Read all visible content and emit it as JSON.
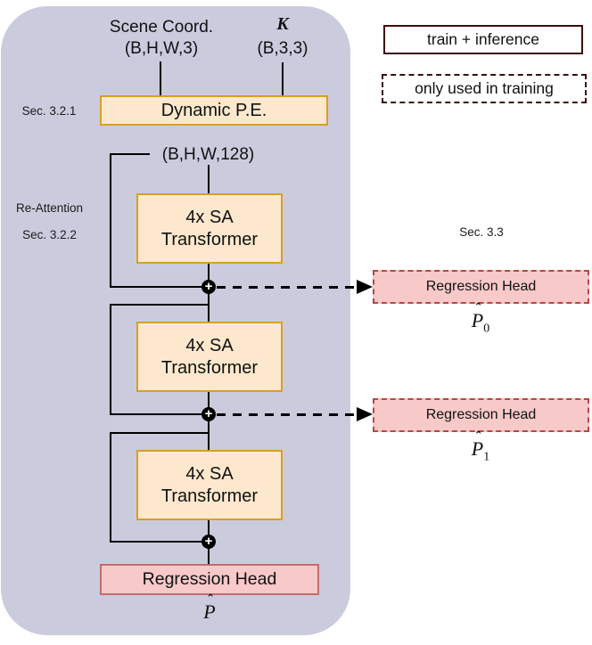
{
  "colors": {
    "panel_bg": "#cbcbde",
    "gold_border": "#d9a01f",
    "peach_fill": "#fde8cd",
    "pink_fill": "#f7c9c9",
    "pink_border_solid": "#c26c6a",
    "pink_border_dashed": "#b24946",
    "legend_border": "#3c0d0d",
    "line_color": "#000000"
  },
  "diagram": {
    "inputs": {
      "scene_coord_label": "Scene Coord.",
      "scene_coord_shape": "(B,H,W,3)",
      "k_label": "K",
      "k_shape": "(B,3,3)"
    },
    "labels": {
      "sec_321": "Sec. 3.2.1",
      "re_attention": "Re-Attention",
      "sec_322": "Sec. 3.2.2",
      "sec_33": "Sec. 3.3"
    },
    "dynamic_pe": "Dynamic P.E.",
    "feature_shape": "(B,H,W,128)",
    "transformer": {
      "line1": "4x SA",
      "line2": "Transformer"
    },
    "plus": "+",
    "aux_heads": [
      {
        "label": "Regression Head",
        "out_hat": "ˆ",
        "out_base": "P",
        "out_sub": "0"
      },
      {
        "label": "Regression Head",
        "out_hat": "ˆ",
        "out_base": "P",
        "out_sub": "1"
      }
    ],
    "final_head": {
      "label": "Regression Head",
      "out_hat": "ˆ",
      "out_base": "P"
    }
  },
  "legend": {
    "train_inference": "train + inference",
    "training_only": "only used in training"
  }
}
